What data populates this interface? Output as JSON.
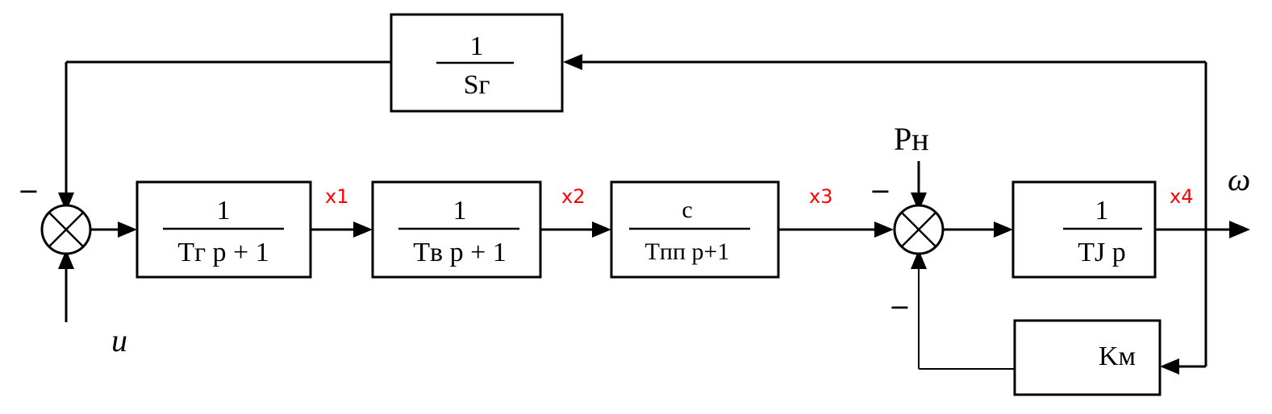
{
  "blocks": {
    "feedback_top": {
      "numerator": "1",
      "denominator": "Sг"
    },
    "block1": {
      "numerator": "1",
      "denominator": "Tг p + 1"
    },
    "block2": {
      "numerator": "1",
      "denominator": "Tв p + 1"
    },
    "block3": {
      "numerator": "с",
      "denominator": "Tпп p+1"
    },
    "block4": {
      "numerator": "1",
      "denominator": "TJ p"
    },
    "feedback_bottom": {
      "label": "Kм"
    }
  },
  "signals": {
    "x1": "x1",
    "x2": "x2",
    "x3": "x3",
    "x4": "x4",
    "input": "u",
    "output": "ω",
    "disturbance": "Pн"
  },
  "signs": {
    "sum1_top": "−",
    "sum2_top": "−",
    "sum2_bottom": "−"
  },
  "colors": {
    "signal_label": "#ff0000",
    "line": "#000000"
  }
}
